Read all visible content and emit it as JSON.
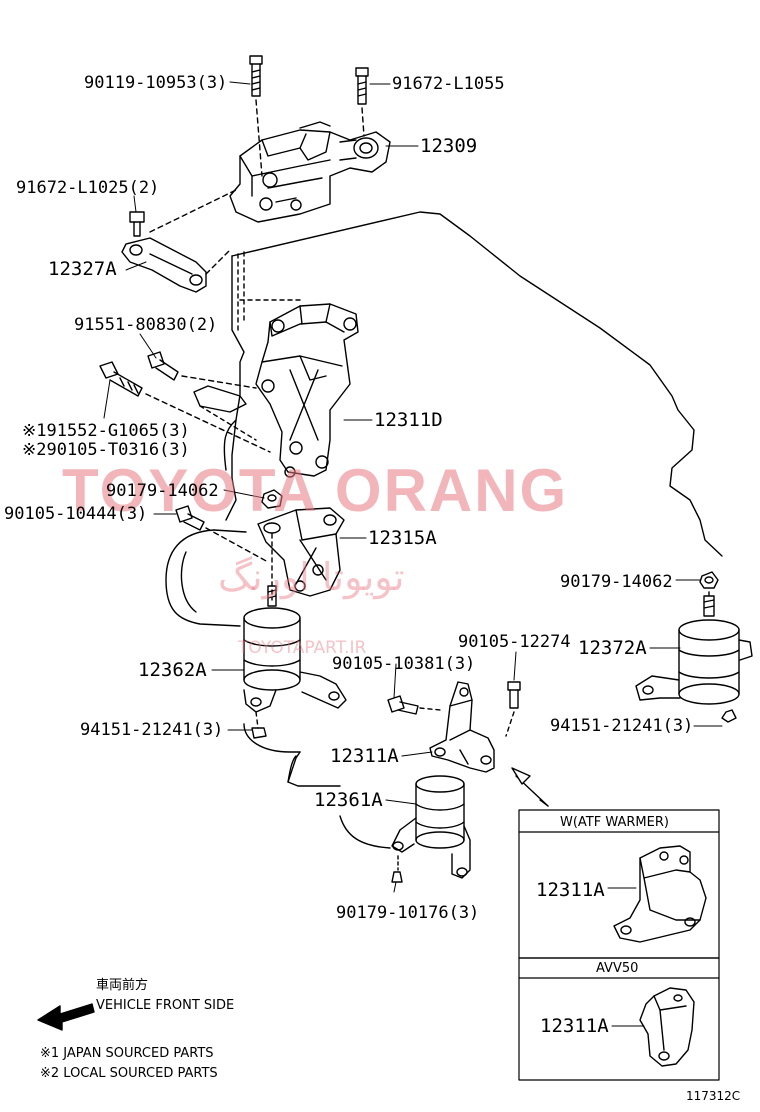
{
  "diagram": {
    "part_labels": {
      "bolt_top_left": "90119-10953(3)",
      "bolt_top_right": "91672-L1055",
      "bracket_top": "12309",
      "bolt_upper_left": "91672-L1025(2)",
      "stay_12327A": "12327A",
      "bolt_91551": "91551-80830(2)",
      "bolt_91552": "※191552-G1065(3)",
      "bolt_90105_t": "※290105-T0316(3)",
      "bracket_12311D": "12311D",
      "nut_left": "90179-14062",
      "bolt_90105_10444": "90105-10444(3)",
      "bracket_12315A": "12315A",
      "nut_right": "90179-14062",
      "mount_12372A": "12372A",
      "bolt_90105_12274": "90105-12274",
      "bolt_90105_10381": "90105-10381(3)",
      "mount_12362A": "12362A",
      "nut_94151_left": "94151-21241(3)",
      "nut_94151_right": "94151-21241(3)",
      "bracket_12311A": "12311A",
      "insulator_12361A": "12361A",
      "nut_90179_10176": "90179-10176(3)"
    },
    "inset_boxes": [
      {
        "title": "W(ATF WARMER)",
        "part": "12311A"
      },
      {
        "title": "AVV50",
        "part": "12311A"
      }
    ],
    "direction": {
      "japanese": "車両前方",
      "english": "VEHICLE FRONT SIDE"
    },
    "footnotes": [
      "※1 JAPAN SOURCED PARTS",
      "※2 LOCAL SOURCED PARTS"
    ],
    "figure_id": "117312C"
  },
  "watermark": {
    "main": "TOYOTA ORANG",
    "arabic": "تویوتا اورنگ",
    "url": "TOYOTAPART.IR"
  },
  "colors": {
    "ink": "#000000",
    "watermark": "#e87882"
  }
}
